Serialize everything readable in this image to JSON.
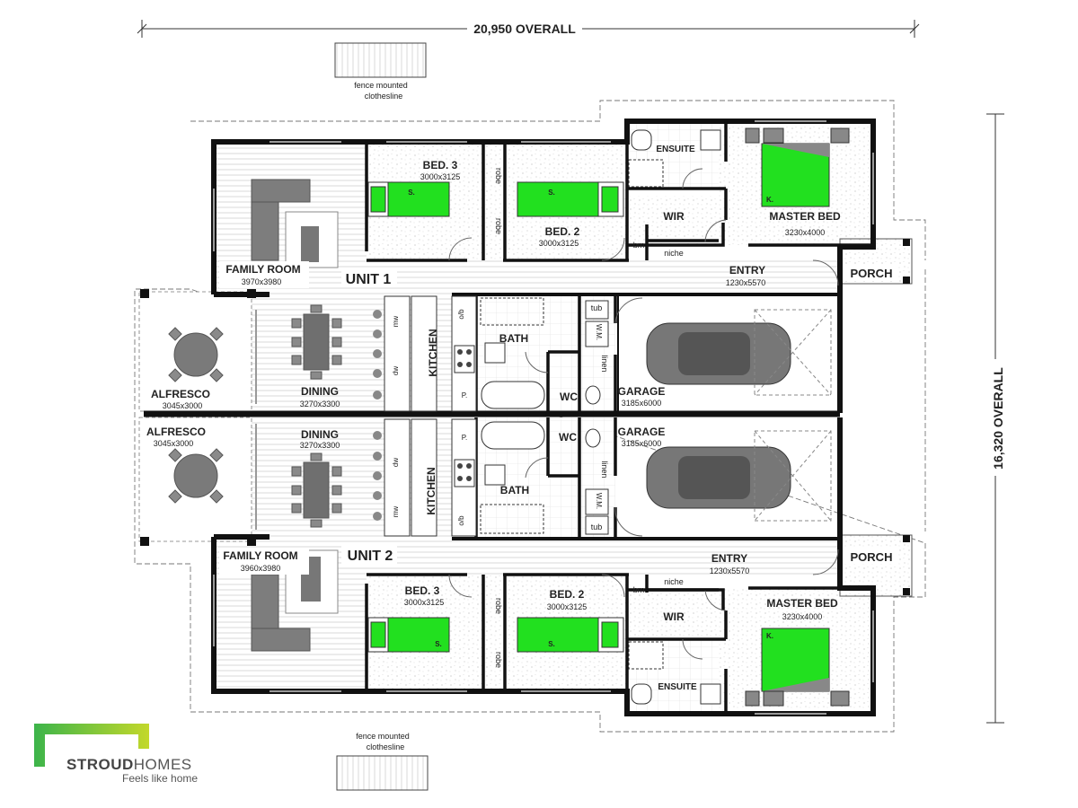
{
  "dimensions": {
    "overall_width": "20,950 OVERALL",
    "overall_depth": "16,320 OVERALL"
  },
  "notes": {
    "clothesline_line1": "fence mounted",
    "clothesline_line2": "clothesline"
  },
  "unit1": {
    "label": "UNIT 1",
    "rooms": {
      "family": {
        "name": "FAMILY ROOM",
        "size": "3970x3980"
      },
      "bed3": {
        "name": "BED. 3",
        "size": "3000x3125"
      },
      "bed2": {
        "name": "BED. 2",
        "size": "3000x3125"
      },
      "master": {
        "name": "MASTER BED",
        "size": "3230x4000"
      },
      "ensuite": {
        "name": "ENSUITE"
      },
      "wir": {
        "name": "WIR"
      },
      "entry": {
        "name": "ENTRY",
        "size": "1230x5570"
      },
      "porch": {
        "name": "PORCH"
      },
      "alfresco": {
        "name": "ALFRESCO",
        "size": "3045x3000"
      },
      "dining": {
        "name": "DINING",
        "size": "3270x3300"
      },
      "kitchen": {
        "name": "KITCHEN"
      },
      "bath": {
        "name": "BATH"
      },
      "wc": {
        "name": "WC"
      },
      "garage": {
        "name": "GARAGE",
        "size": "3185x6000"
      }
    }
  },
  "unit2": {
    "label": "UNIT 2",
    "rooms": {
      "family": {
        "name": "FAMILY ROOM",
        "size": "3960x3980"
      },
      "bed3": {
        "name": "BED. 3",
        "size": "3000x3125"
      },
      "bed2": {
        "name": "BED. 2",
        "size": "3000x3125"
      },
      "master": {
        "name": "MASTER BED",
        "size": "3230x4000"
      },
      "ensuite": {
        "name": "ENSUITE"
      },
      "wir": {
        "name": "WIR"
      },
      "entry": {
        "name": "ENTRY",
        "size": "1230x5570"
      },
      "porch": {
        "name": "PORCH"
      },
      "alfresco": {
        "name": "ALFRESCO",
        "size": "3045x3000"
      },
      "dining": {
        "name": "DINING",
        "size": "3270x3300"
      },
      "kitchen": {
        "name": "KITCHEN"
      },
      "bath": {
        "name": "BATH"
      },
      "wc": {
        "name": "WC"
      },
      "garage": {
        "name": "GARAGE",
        "size": "3185x6000"
      }
    }
  },
  "fixtures": {
    "robe": "robe",
    "bm": "bm",
    "niche": "niche",
    "linen": "linen",
    "tub": "tub",
    "wm": "W.M.",
    "mw": "mw",
    "dw": "dw",
    "obo": "o/b",
    "pantry": "P.",
    "single": "S.",
    "king": "K."
  },
  "brand": {
    "name_bold": "STROUD",
    "name_light": "HOMES",
    "tagline": "Feels like home",
    "colors": {
      "green": "#3cb44a",
      "lime": "#c3d82b",
      "grey": "#555555",
      "bed_green": "#22e01f"
    }
  }
}
